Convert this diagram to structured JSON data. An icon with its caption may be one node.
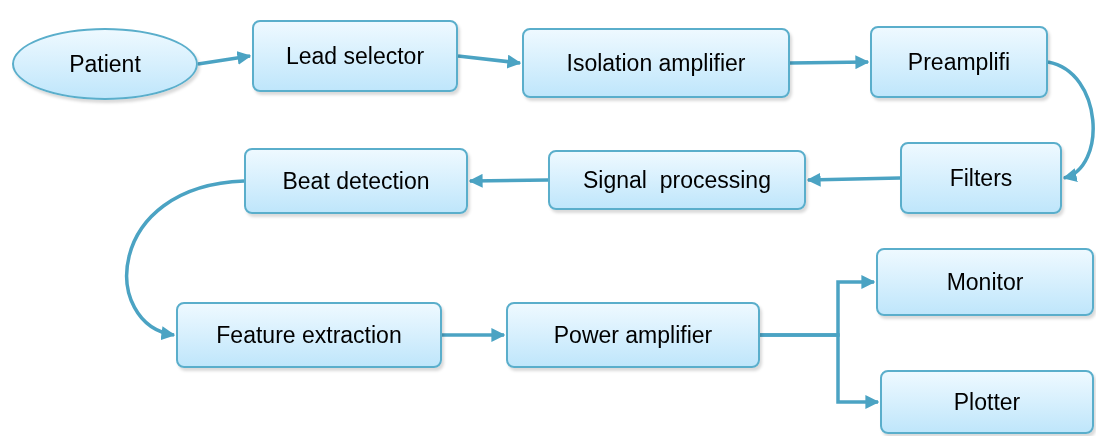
{
  "diagram": {
    "nodes": [
      {
        "text": [
          "Patient"
        ]
      },
      {
        "text": [
          "Lead selector"
        ]
      },
      {
        "text": [
          "Isolation amplifier"
        ]
      },
      {
        "text": [
          "Preamplifi"
        ]
      },
      {
        "text": [
          "Filters"
        ]
      },
      {
        "text": [
          "Signal  processing"
        ]
      },
      {
        "text": [
          "Beat detection"
        ]
      },
      {
        "text": [
          "Feature extraction"
        ]
      },
      {
        "text": [
          "Power amplifier"
        ]
      },
      {
        "text": [
          "Monitor"
        ]
      },
      {
        "text": [
          "Plotter"
        ]
      }
    ],
    "edges": [
      {
        "from": 0,
        "to": 1,
        "arrow": "to"
      },
      {
        "from": 1,
        "to": 2,
        "arrow": "to"
      },
      {
        "from": 2,
        "to": 3,
        "arrow": "to"
      },
      {
        "from": 3,
        "to": 4,
        "arrow": "to"
      },
      {
        "from": 4,
        "to": 5,
        "arrow": "to"
      },
      {
        "from": 5,
        "to": 6,
        "arrow": "to"
      },
      {
        "from": 6,
        "to": 7,
        "arrow": "to"
      },
      {
        "from": 7,
        "to": 8,
        "arrow": "to"
      },
      {
        "from": 8,
        "to": 9,
        "arrow": "to"
      },
      {
        "from": 8,
        "to": 10,
        "arrow": "to"
      }
    ]
  }
}
